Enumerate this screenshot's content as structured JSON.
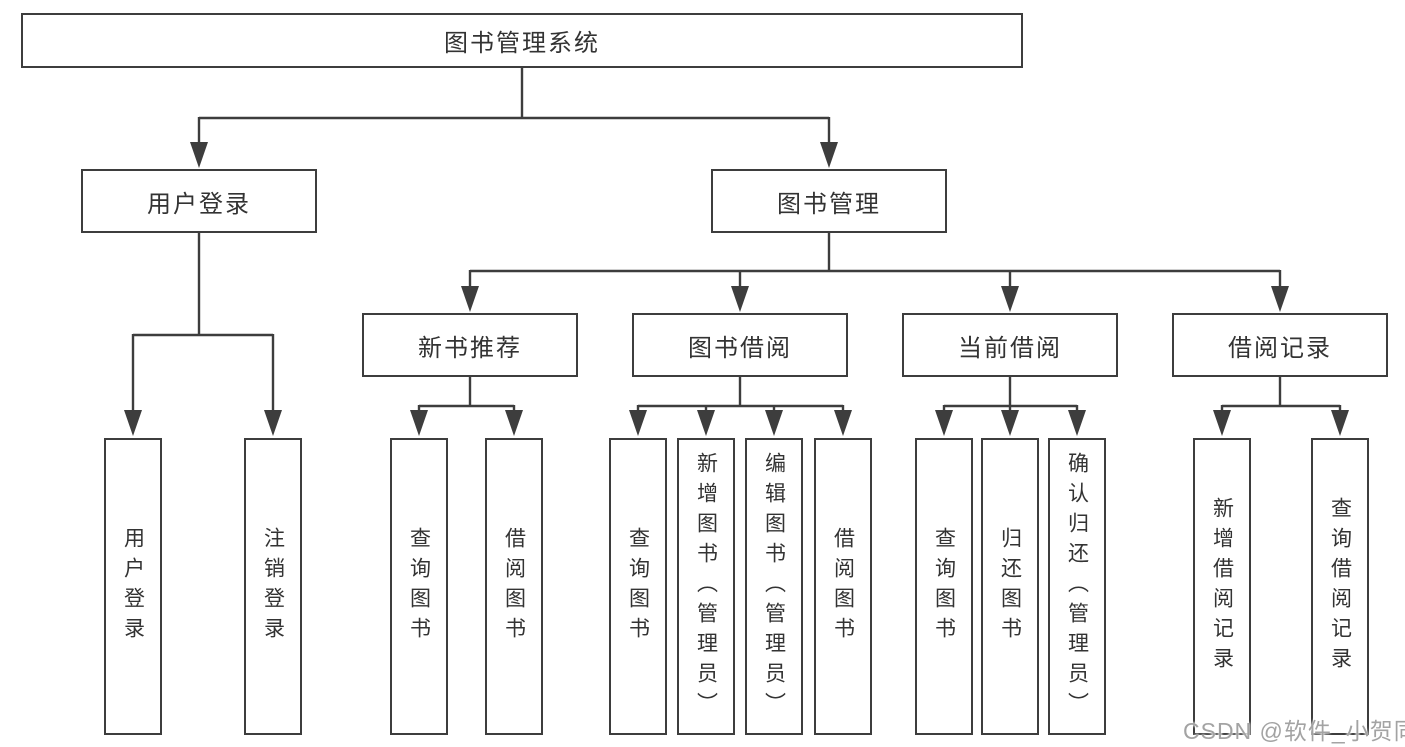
{
  "diagram": {
    "root": {
      "label": "图书管理系统",
      "children": [
        {
          "label": "用户登录",
          "children": [
            {
              "label": "用户登录"
            },
            {
              "label": "注销登录"
            }
          ]
        },
        {
          "label": "图书管理",
          "children": [
            {
              "label": "新书推荐",
              "children": [
                {
                  "label": "查询图书"
                },
                {
                  "label": "借阅图书"
                }
              ]
            },
            {
              "label": "图书借阅",
              "children": [
                {
                  "label": "查询图书"
                },
                {
                  "label": "新增图书（管理员）"
                },
                {
                  "label": "编辑图书（管理员）"
                },
                {
                  "label": "借阅图书"
                }
              ]
            },
            {
              "label": "当前借阅",
              "children": [
                {
                  "label": "查询图书"
                },
                {
                  "label": "归还图书"
                },
                {
                  "label": "确认归还（管理员）"
                }
              ]
            },
            {
              "label": "借阅记录",
              "children": [
                {
                  "label": "新增借阅记录"
                },
                {
                  "label": "查询借阅记录"
                }
              ]
            }
          ]
        }
      ]
    }
  },
  "watermark": {
    "text": "CSDN @软件_小贺同学"
  },
  "colors": {
    "line": "#3d3d3d",
    "box_border": "#3d3d3d",
    "text": "#333333",
    "background": "#ffffff",
    "watermark": "#a3a3a3"
  }
}
